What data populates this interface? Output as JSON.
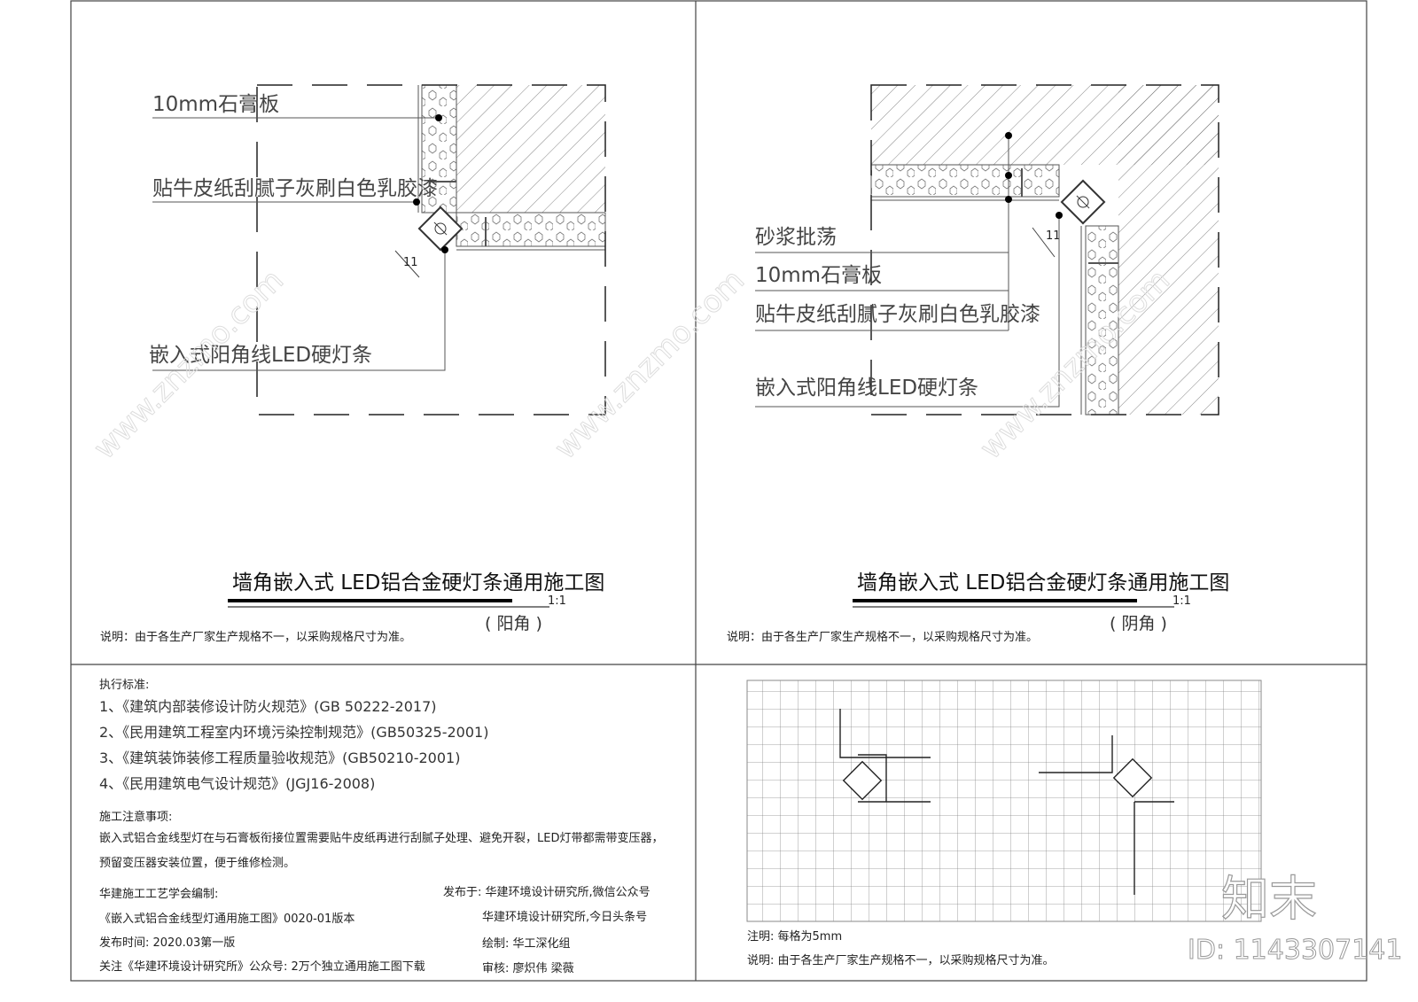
{
  "panels": {
    "outer_corner": {
      "title": "墙角嵌入式 LED铝合金硬灯条通用施工图",
      "scale": "1:1",
      "subtitle": "( 阳角 )",
      "note": "说明：由于各生产厂家生产规格不一，以采购规格尺寸为准。",
      "labels": [
        "10mm石膏板",
        "贴牛皮纸刮腻子灰刷白色乳胶漆",
        "嵌入式阳角线LED硬灯条"
      ],
      "dimension": "11"
    },
    "inner_corner": {
      "title": "墙角嵌入式 LED铝合金硬灯条通用施工图",
      "scale": "1:1",
      "subtitle": "( 阴角 )",
      "note": "说明：由于各生产厂家生产规格不一，以采购规格尺寸为准。",
      "labels": [
        "砂浆批荡",
        "10mm石膏板",
        "贴牛皮纸刮腻子灰刷白色乳胶漆",
        "嵌入式阳角线LED硬灯条"
      ],
      "dimension": "11"
    }
  },
  "standards": {
    "heading": "执行标准:",
    "items": [
      "1、《建筑内部装修设计防火规范》(GB 50222-2017)",
      "2、《民用建筑工程室内环境污染控制规范》(GB50325-2001)",
      "3、《建筑装饰装修工程质量验收规范》(GB50210-2001)",
      "4、《民用建筑电气设计规范》(JGJ16-2008)"
    ],
    "notes_heading": "施工注意事项:",
    "notes": [
      "嵌入式铝合金线型灯在与石膏板衔接位置需要贴牛皮纸再进行刮腻子处理、避免开裂，LED灯带都需带变压器，",
      "预留变压器安装位置，便于维修检测。"
    ],
    "credits_left": [
      "华建施工工艺学会编制:",
      "《嵌入式铝合金线型灯通用施工图》0020-01版本",
      "发布时间: 2020.03第一版",
      "关注《华建环境设计研究所》公众号: 2万个独立通用施工图下载"
    ],
    "credits_right": [
      "发布于: 华建环境设计研究所,微信公众号",
      "华建环境设计研究所,今日头条号",
      "绘制: 华工深化组",
      "审核: 廖炽伟  梁薇"
    ]
  },
  "grid_panel": {
    "note1": "注明: 每格为5mm",
    "note2": "说明: 由于各生产厂家生产规格不一，以采购规格尺寸为准。"
  },
  "watermark": {
    "logo": "知末",
    "id": "ID: 1143307141",
    "site": "www.znzmo.com"
  }
}
